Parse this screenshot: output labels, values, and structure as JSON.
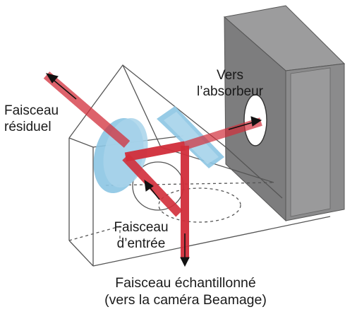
{
  "labels": {
    "residual_beam": {
      "line1": "Faisceau",
      "line2": "résiduel"
    },
    "to_absorber": {
      "line1": "Vers",
      "line2": "l’absorbeur"
    },
    "input_beam": {
      "line1": "Faisceau",
      "line2": "d’entrée"
    },
    "sampled_beam": {
      "line1": "Faisceau échantillonné",
      "line2": "(vers la caméra Beamage)"
    }
  },
  "colors": {
    "beam": "#d12d3a",
    "optic": "#8cc5e3",
    "absorber_front": "#8a8a8b",
    "absorber_side": "#6f6f70",
    "outline": "#555555"
  },
  "icons": [
    "arrow-icon"
  ]
}
